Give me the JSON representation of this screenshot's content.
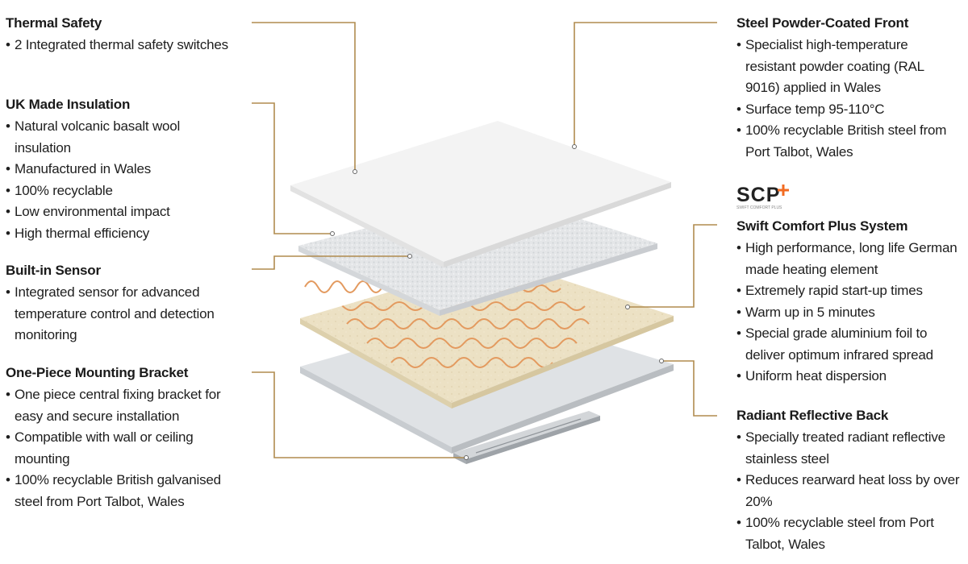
{
  "callouts": {
    "thermal_safety": {
      "title": "Thermal Safety",
      "items": [
        "2 Integrated thermal safety switches"
      ]
    },
    "insulation": {
      "title": "UK Made Insulation",
      "items": [
        "Natural volcanic basalt wool insulation",
        "Manufactured in Wales",
        "100% recyclable",
        "Low environmental impact",
        "High thermal efficiency"
      ]
    },
    "sensor": {
      "title": "Built-in Sensor",
      "items": [
        "Integrated sensor for advanced temperature control and detection monitoring"
      ]
    },
    "bracket": {
      "title": "One-Piece Mounting Bracket",
      "items": [
        "One piece central fixing bracket for easy and secure installation",
        "Compatible with wall or ceiling mounting",
        "100% recyclable British galvanised steel from Port Talbot, Wales"
      ]
    },
    "front": {
      "title": "Steel Powder-Coated Front",
      "items": [
        "Specialist high-temperature resistant powder coating (RAL 9016) applied in Wales",
        "Surface temp 95-110°C",
        "100% recyclable British steel from Port Talbot, Wales"
      ]
    },
    "scp_system": {
      "title": "Swift Comfort Plus System",
      "items": [
        "High performance, long life German made heating element",
        "Extremely rapid start-up times",
        "Warm up in 5 minutes",
        "Special grade aluminium foil to deliver optimum infrared spread",
        "Uniform heat dispersion"
      ]
    },
    "back": {
      "title": "Radiant Reflective Back",
      "items": [
        "Specially treated radiant reflective stainless steel",
        "Reduces rearward heat loss by over 20%",
        "100% recyclable steel from Port Talbot, Wales"
      ]
    }
  },
  "logo": {
    "mark": "SCP",
    "tagline": "SWIFT COMFORT PLUS"
  },
  "colors": {
    "leader_line": "#b08c4f",
    "accent_orange": "#f26b21",
    "heating_element": "#e08a4a",
    "insulation_board": "#ece1c4"
  }
}
